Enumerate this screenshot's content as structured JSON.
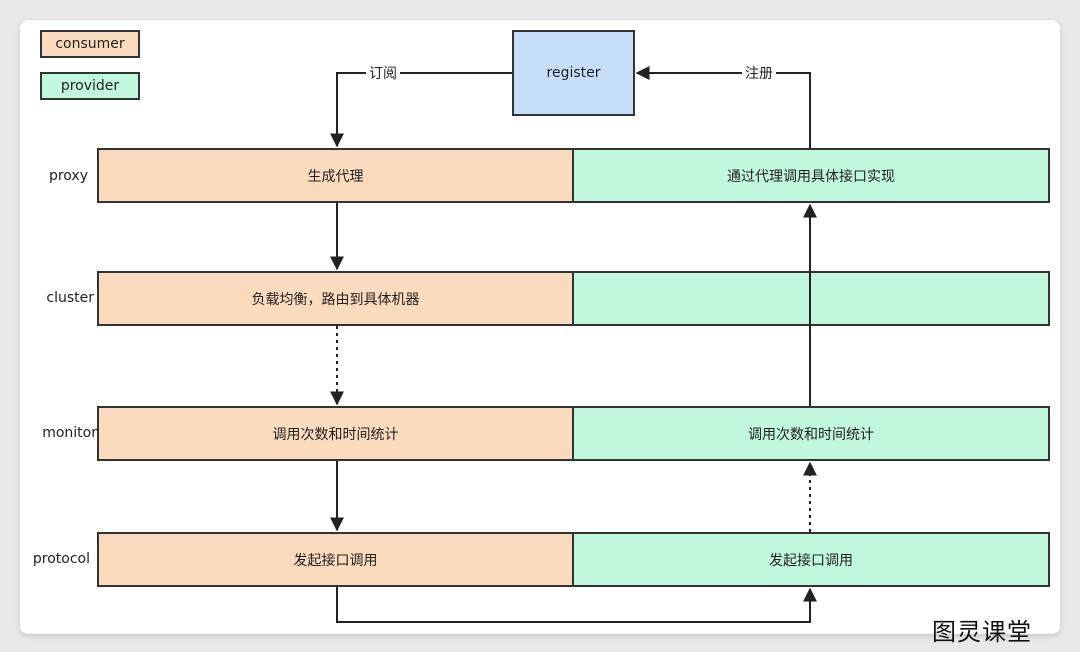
{
  "legend": {
    "consumer": "consumer",
    "provider": "provider"
  },
  "register": "register",
  "edges": {
    "subscribe": "订阅",
    "register": "注册"
  },
  "rows": [
    {
      "label": "proxy",
      "consumer": "生成代理",
      "provider": "通过代理调用具体接口实现"
    },
    {
      "label": "cluster",
      "consumer": "负载均衡，路由到具体机器",
      "provider": ""
    },
    {
      "label": "monitor",
      "consumer": "调用次数和时间统计",
      "provider": "调用次数和时间统计"
    },
    {
      "label": "protocol",
      "consumer": "发起接口调用",
      "provider": "发起接口调用"
    }
  ],
  "watermark": "图灵课堂",
  "colors": {
    "consumer": "#fbdbbd",
    "provider": "#c1f7dd",
    "register": "#c7defb",
    "line": "#222222"
  }
}
